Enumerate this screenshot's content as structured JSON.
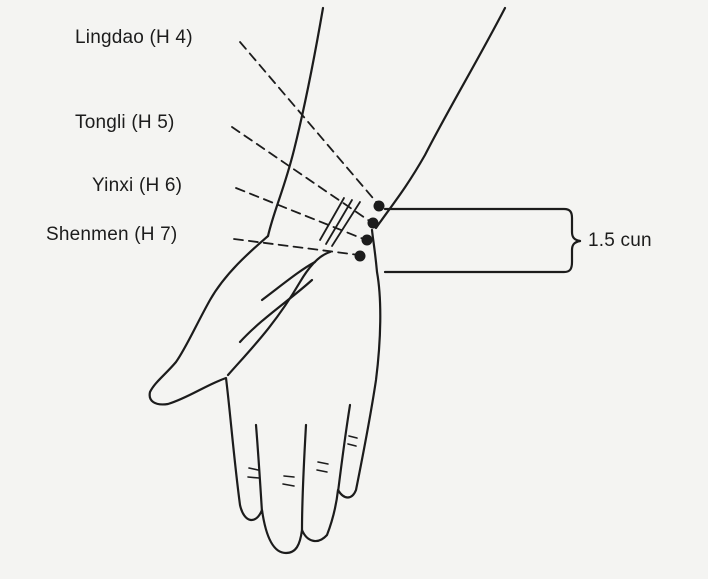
{
  "points": [
    {
      "name": "Lingdao",
      "code": "H 4",
      "label": "Lingdao (H 4)"
    },
    {
      "name": "Tongli",
      "code": "H 5",
      "label": "Tongli (H 5)"
    },
    {
      "name": "Yinxi",
      "code": "H 6",
      "label": "Yinxi (H 6)"
    },
    {
      "name": "Shenmen",
      "code": "H 7",
      "label": "Shenmen (H 7)"
    }
  ],
  "measurement": {
    "label": "1.5 cun"
  },
  "colors": {
    "ink": "#1c1c1c",
    "paper": "#f4f4f2"
  }
}
